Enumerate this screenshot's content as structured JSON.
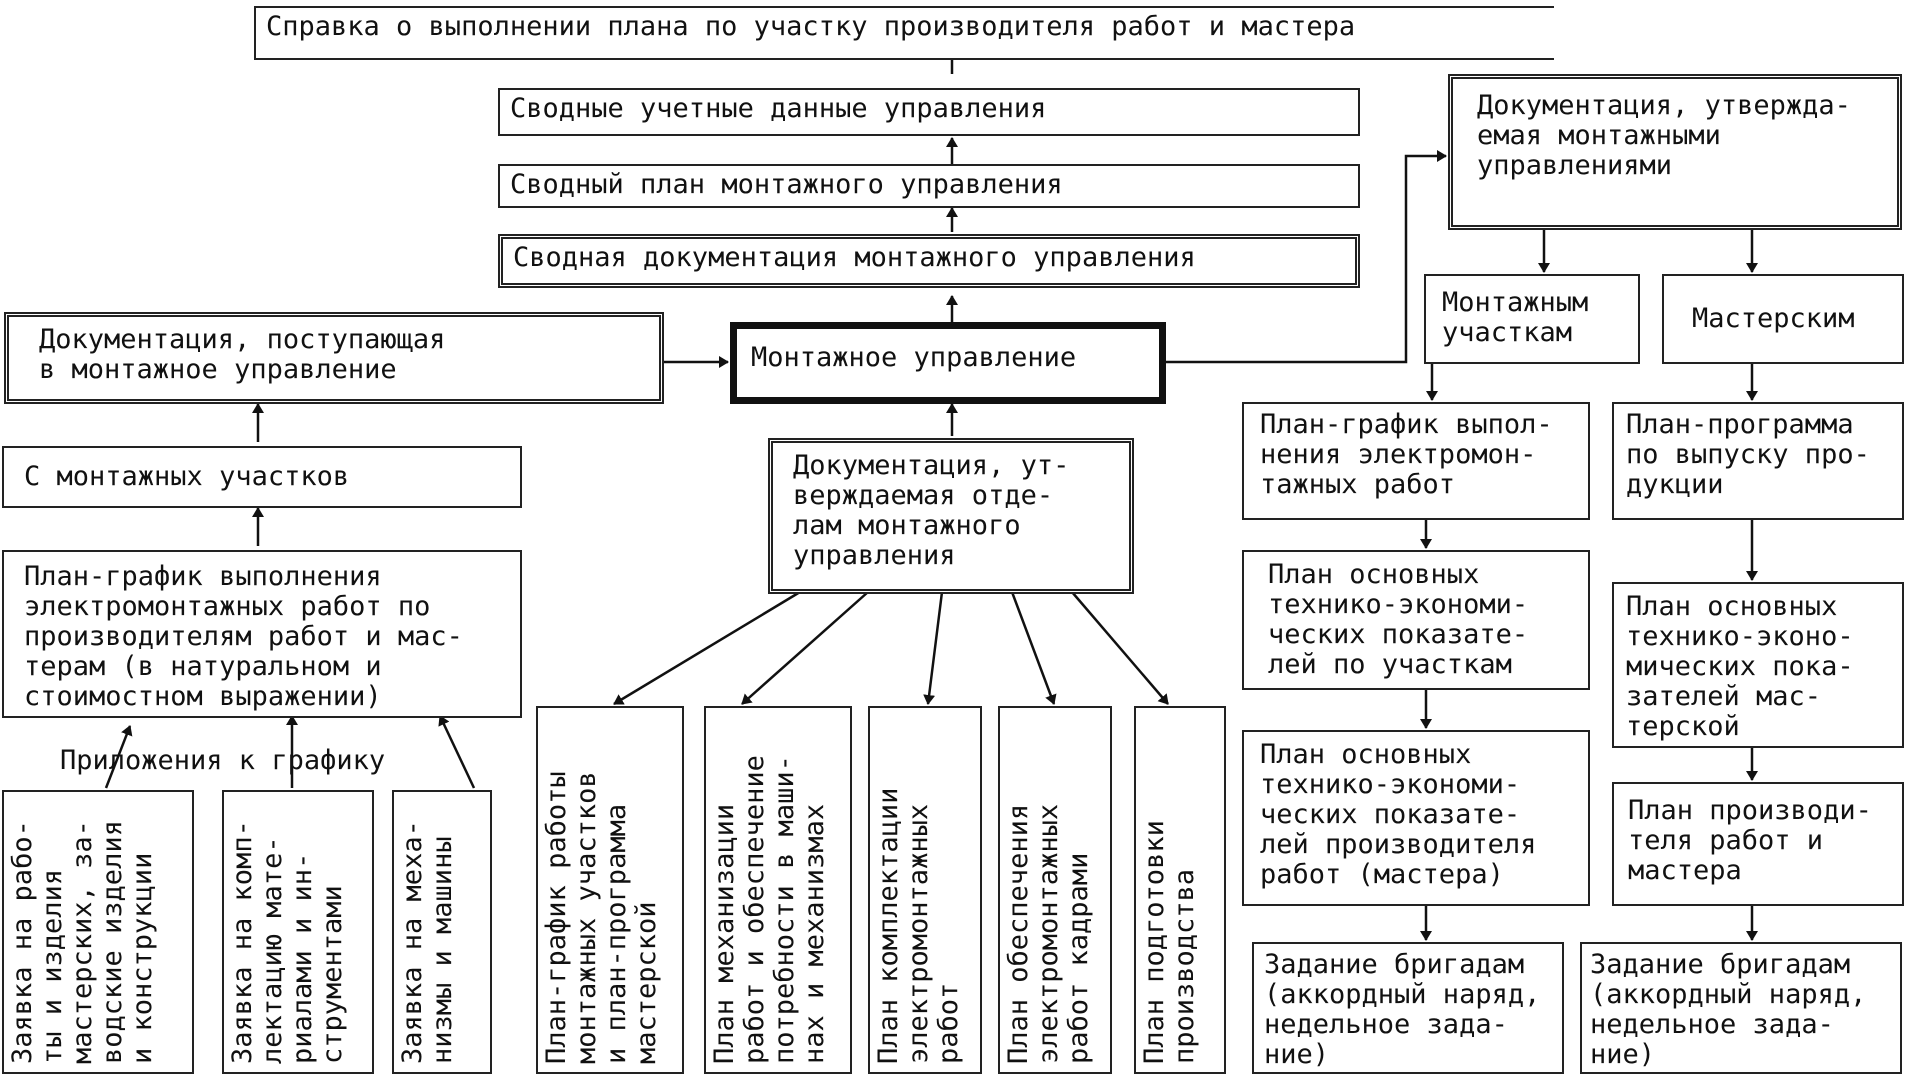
{
  "title": "Справка о выполнении плана по участку производителя работ и мастера",
  "summary_data": "Сводные учетные данные управления",
  "summary_plan": "Сводный план монтажного управления",
  "summary_docs": "Сводная документация монтажного управления",
  "incoming_docs": "Документация, поступающая\nв монтажное управление",
  "central": "Монтажное управление",
  "from_sections": "С монтажных участков",
  "schedule_left": "План-график выполнения\nэлектромонтажных работ по\nпроизводителям работ и мас-\nтерам (в натуральном и\nстоимостном выражении)",
  "attachments": "Приложения к графику",
  "request_works": "Заявка на рабо-\nты и изделия\nмастерских, за-\nводские изделия\nи конструкции",
  "request_materials": "Заявка на комп-\nлектацию мате-\nриалами и ин-\nструментами",
  "request_machines": "Заявка на меха-\nнизмы и машины",
  "dept_docs": "Документация, ут-\nверждаемая отде-\nлам монтажного\nуправления",
  "dept_plan_1": "План-график работы\nмонтажных участков\nи план-программа\nмастерской",
  "dept_plan_2": "План механизации\nработ и обеспечение\nпотребности в маши-\nнах и механизмах",
  "dept_plan_3": "План комплектации\nэлектромонтажных\nработ",
  "dept_plan_4": "План обеспечения\nэлектромонтажных\nработ кадрами",
  "dept_plan_5": "План подготовки\nпроизводства",
  "approved_docs": "Документация, утвержда-\nемая монтажными\nуправлениями",
  "to_sections": "Монтажным\nучасткам",
  "to_workshops": "Мастерским",
  "sec_schedule": "План-график выпол-\nнения электромон-\nтажных работ",
  "sec_indicators": "План основных\nтехнико-экономи-\nческих показате-\nлей по участкам",
  "sec_foreman_indicators": "План основных\nтехнико-экономи-\nческих показате-\nлей производителя\nработ (мастера)",
  "sec_task": "Задание бригадам\n(аккордный наряд,\nнедельное зада-\nние)",
  "ws_program": "План-программа\nпо выпуску про-\nдукции",
  "ws_indicators": "План основных\nтехнико-эконо-\nмических пока-\nзателей мас-\nтерской",
  "ws_foreman_plan": "План производи-\nтеля работ и\nмастера",
  "ws_task": "Задание бригадам\n(аккордный наряд,\nнедельное зада-\nние)"
}
